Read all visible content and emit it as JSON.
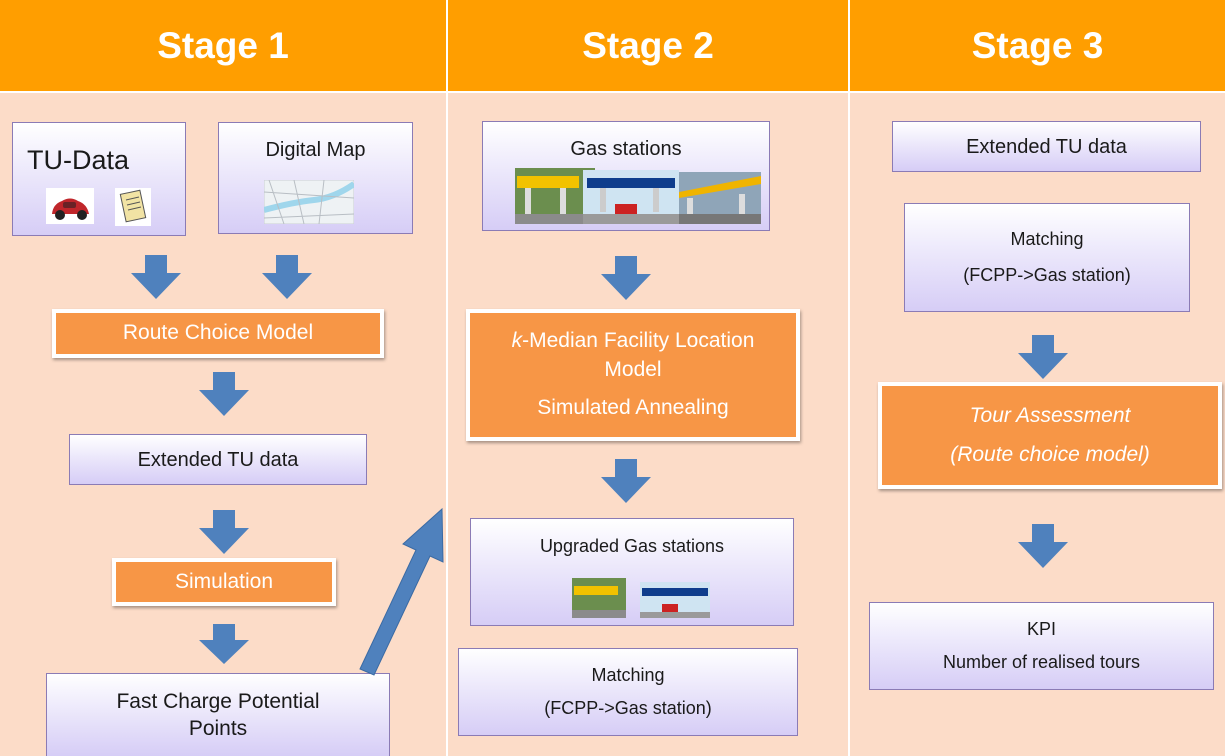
{
  "stages": [
    {
      "title": "Stage 1"
    },
    {
      "title": "Stage 2"
    },
    {
      "title": "Stage 3"
    }
  ],
  "stage1": {
    "tu_data": "TU-Data",
    "digital_map": "Digital Map",
    "route_choice_model": "Route Choice Model",
    "extended_tu_data": "Extended TU data",
    "simulation": "Simulation",
    "fcpp_line1": "Fast Charge Potential",
    "fcpp_line2": "Points"
  },
  "stage2": {
    "gas_stations": "Gas stations",
    "k_letter": "k",
    "kmedian_rest": "-Median Facility Location",
    "model": "Model",
    "simulated_annealing": "Simulated Annealing",
    "upgraded_gas_stations": "Upgraded Gas stations",
    "matching": "Matching",
    "matching_detail": "(FCPP->Gas station)"
  },
  "stage3": {
    "extended_tu_data": "Extended TU data",
    "matching": "Matching",
    "matching_detail": "(FCPP->Gas station)",
    "tour_assessment": "Tour Assessment",
    "route_choice": "(Route choice model)",
    "kpi": "KPI",
    "realised_tours": "Number of realised tours"
  },
  "colors": {
    "header": "#ff9e00",
    "background": "#fcdcc8",
    "process_box": "#f79646",
    "arrow": "#4f81bd"
  }
}
